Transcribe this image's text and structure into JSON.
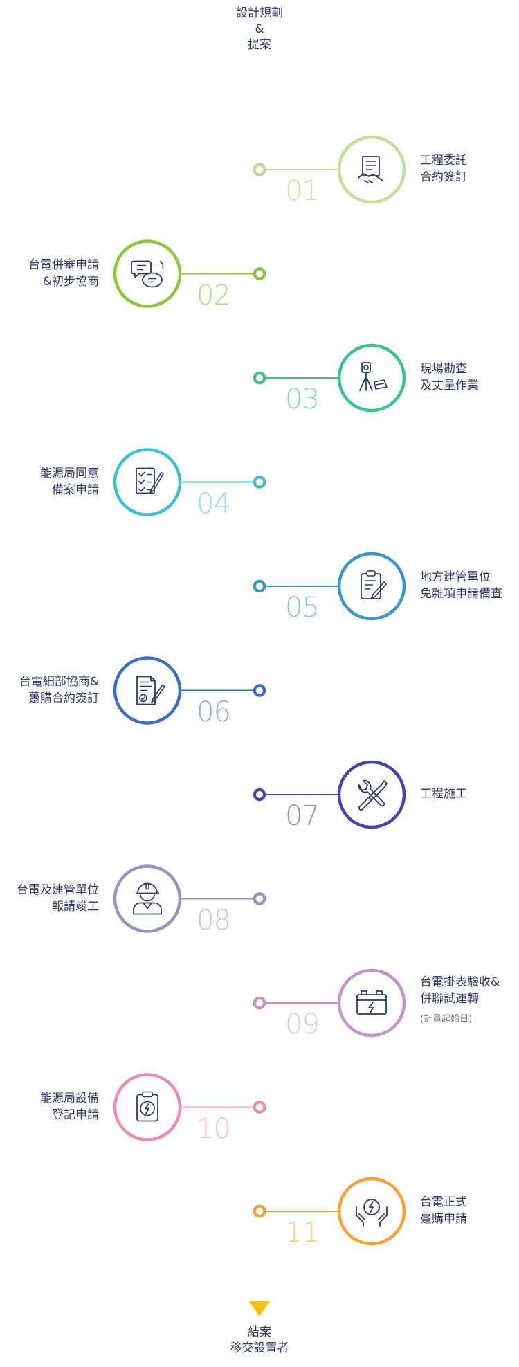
{
  "start_label": {
    "line1": "設計規劃",
    "line2": "&",
    "line3": "提案"
  },
  "end_label": {
    "line1": "結案",
    "line2": "移交設置者"
  },
  "steps": [
    {
      "number": "01",
      "label": "工程委託\n合約簽訂",
      "side": "right",
      "icon": "contract-handshake-icon",
      "color": "#c4df9b",
      "numColor": "#cde6a4"
    },
    {
      "number": "02",
      "label": "台電併審申請\n&初步協商",
      "side": "left",
      "icon": "chat-bubbles-icon",
      "color": "#8cc63f",
      "numColor": "#b7db85"
    },
    {
      "number": "03",
      "label": "現場勘查\n及丈量作業",
      "side": "right",
      "icon": "survey-theodolite-icon",
      "color": "#3dbf8f",
      "numColor": "#8ad8bb"
    },
    {
      "number": "04",
      "label": "能源局同意\n備案申請",
      "side": "left",
      "icon": "checklist-form-icon",
      "color": "#3fc0cf",
      "numColor": "#98dde5"
    },
    {
      "number": "05",
      "label": "地方建管單位\n免雜項申請備查",
      "side": "right",
      "icon": "clipboard-pen-icon",
      "color": "#3b95c9",
      "numColor": "#8fc3e1"
    },
    {
      "number": "06",
      "label": "台電細部協商&\n躉購合約簽訂",
      "side": "left",
      "icon": "document-sign-icon",
      "color": "#3a6fc2",
      "numColor": "#8fadde"
    },
    {
      "number": "07",
      "label": "工程施工",
      "side": "right",
      "icon": "tools-wrench-screwdriver-icon",
      "color": "#4646a8",
      "numColor": "#9393cc"
    },
    {
      "number": "08",
      "label": "台電及建管單位\n報請竣工",
      "side": "left",
      "icon": "engineer-worker-icon",
      "color": "#9a92c2",
      "numColor": "#c8c3de"
    },
    {
      "number": "09",
      "label": "台電掛表驗收&\n併聯試運轉",
      "note": "(計量起始日)",
      "side": "right",
      "icon": "battery-charge-icon",
      "color": "#c393cc",
      "numColor": "#dfc4e4"
    },
    {
      "number": "10",
      "label": "能源局設備\n登記申請",
      "side": "left",
      "icon": "energy-clipboard-icon",
      "color": "#ee8db2",
      "numColor": "#f5c0d4"
    },
    {
      "number": "11",
      "label": "台電正式\n躉購申請",
      "side": "right",
      "icon": "hands-energy-icon",
      "color": "#f7a13c",
      "numColor": "#fac98d"
    }
  ],
  "colors": {
    "arrow_end": "#f6c10f",
    "icon_ink": "#2b3a66"
  }
}
